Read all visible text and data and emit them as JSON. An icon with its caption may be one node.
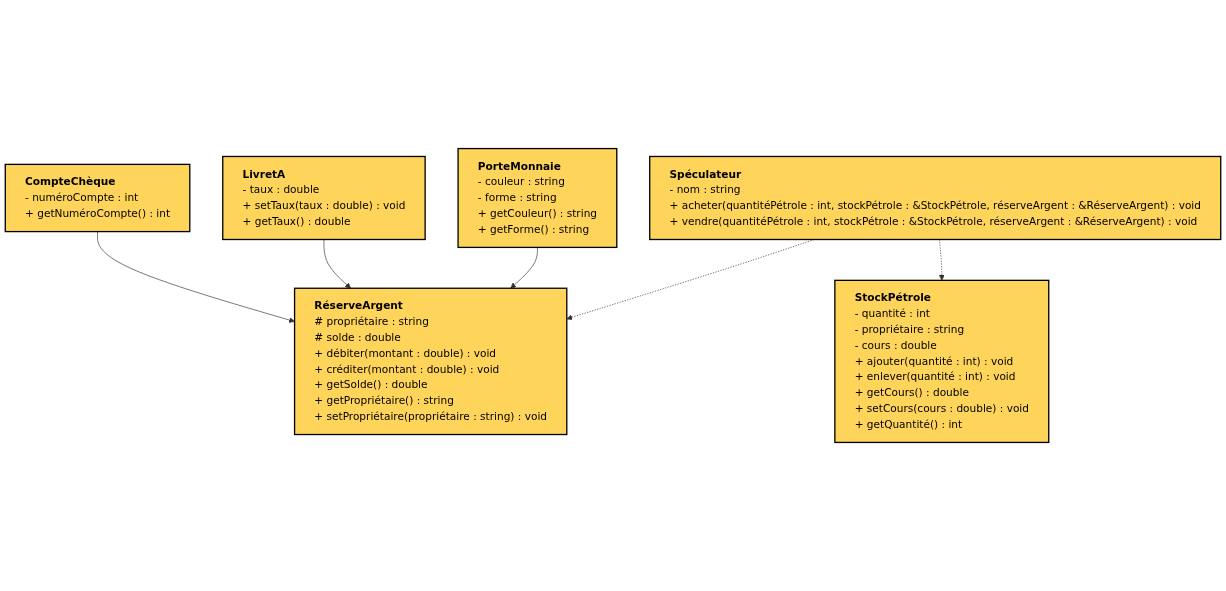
{
  "diagram": {
    "nodes": [
      {
        "text": [
          "Spéculateur",
          "- nom : string",
          "+ acheter(quantitéPétrole : int, stockPétrole : &StockPétrole, réserveArgent : &RéserveArgent) : void",
          "+ vendre(quantitéPétrole : int, stockPétrole : &StockPétrole, réserveArgent : &RéserveArgent) : void"
        ]
      },
      {
        "text": [
          "PorteMonnaie",
          "- couleur : string",
          "- forme : string",
          "+ getCouleur() : string",
          "+ getForme() : string"
        ]
      },
      {
        "text": [
          "RéserveArgent",
          "# propriétaire : string",
          "# solde : double",
          "+ débiter(montant : double) : void",
          "+ créditer(montant : double) : void",
          "+ getSolde() : double",
          "+ getPropriétaire() : string",
          "+ setPropriétaire(propriétaire : string) : void"
        ]
      },
      {
        "text": [
          "StockPétrole",
          "- quantité : int",
          "- propriétaire : string",
          "- cours : double",
          "+ ajouter(quantité : int) : void",
          "+ enlever(quantité : int) : void",
          "+ getCours() : double",
          "+ setCours(cours : double) : void",
          "+ getQuantité() : int"
        ]
      },
      {
        "text": [
          "LivretA",
          "- taux : double",
          "+ setTaux(taux : double) : void",
          "+ getTaux() : double"
        ]
      },
      {
        "text": [
          "CompteChèque",
          "- numéroCompte : int",
          "+ getNuméroCompte() : int"
        ]
      }
    ],
    "edges": [
      {
        "from": 0,
        "to": 2,
        "arrow": "to",
        "style": "dashed"
      },
      {
        "from": 0,
        "to": 3,
        "arrow": "to",
        "style": "dashed"
      },
      {
        "from": 1,
        "to": 2,
        "arrow": "to"
      },
      {
        "from": 4,
        "to": 2,
        "arrow": "to"
      },
      {
        "from": 5,
        "to": 2,
        "arrow": "to"
      }
    ]
  }
}
